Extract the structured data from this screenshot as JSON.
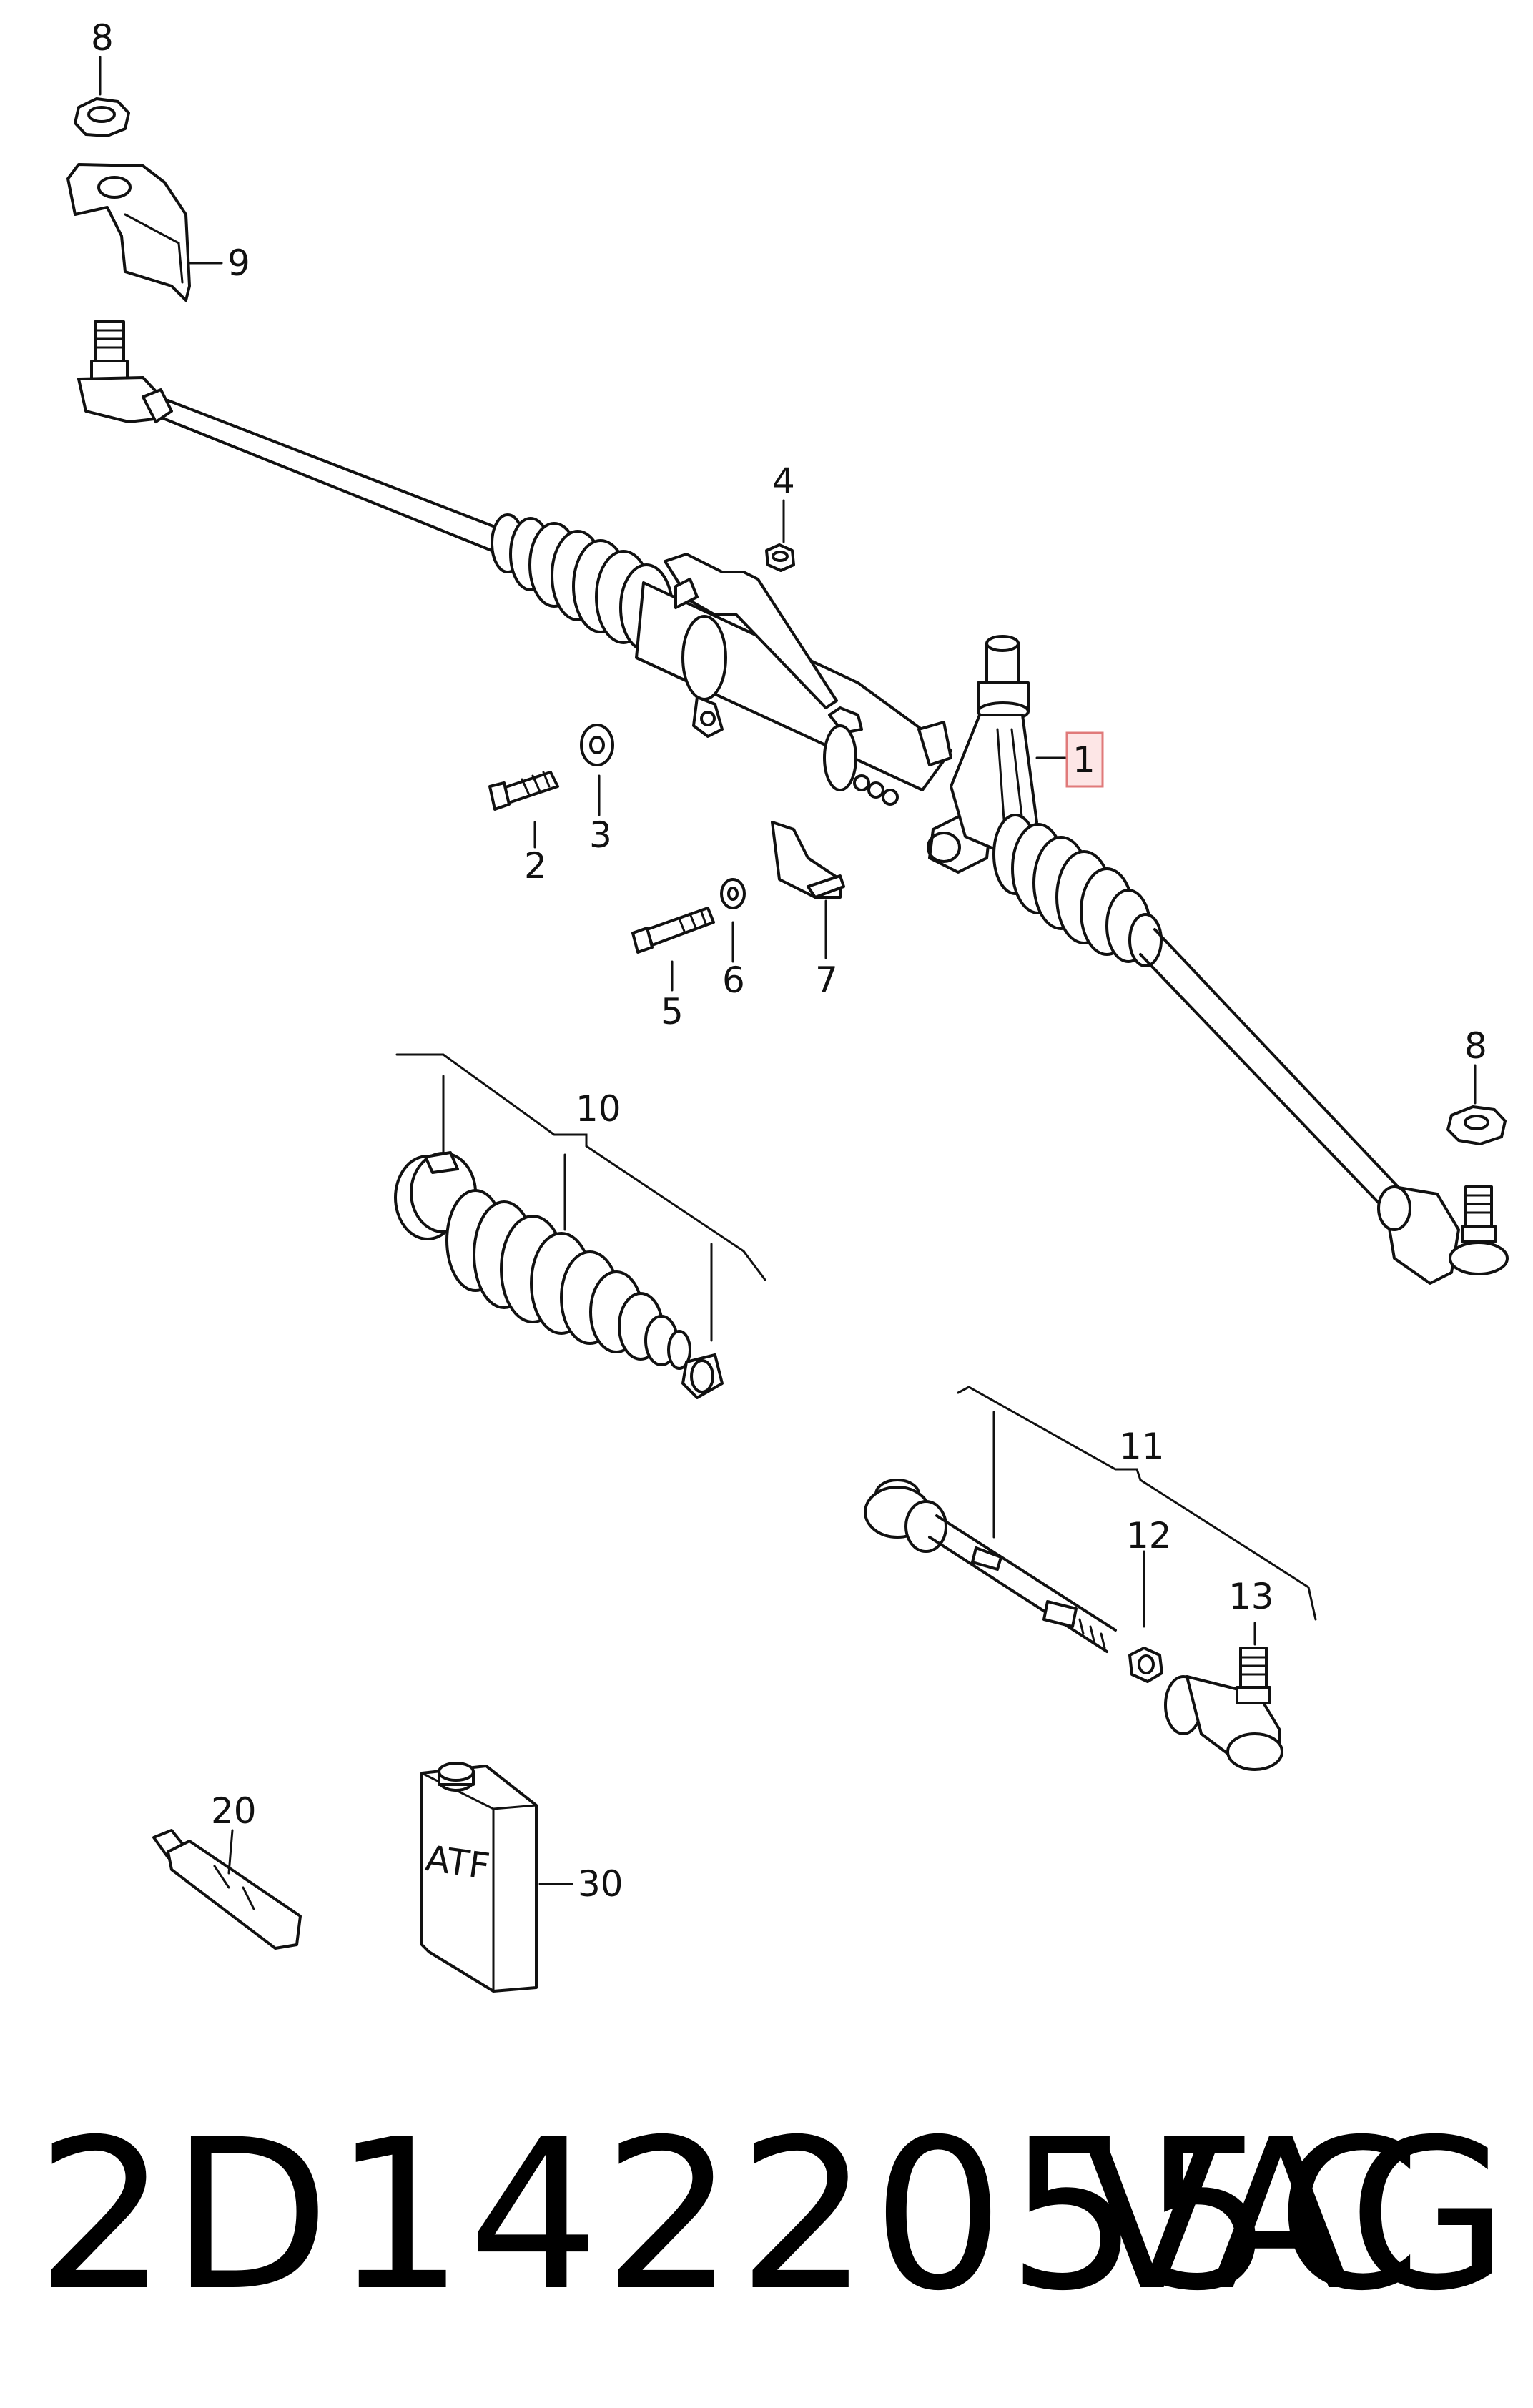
{
  "callouts": {
    "c1": "1",
    "c2": "2",
    "c3": "3",
    "c4": "4",
    "c5": "5",
    "c6": "6",
    "c7": "7",
    "c8_top": "8",
    "c8_right": "8",
    "c9": "9",
    "c10": "10",
    "c11": "11",
    "c12": "12",
    "c13": "13",
    "c20": "20",
    "c30": "30"
  },
  "bottle_label": "ATF",
  "footer": {
    "part_number": "2D1422055C",
    "brand": "VAG"
  },
  "colors": {
    "highlight_fill": "#fde6e6",
    "highlight_stroke": "#e07a7a",
    "line": "#111111"
  }
}
